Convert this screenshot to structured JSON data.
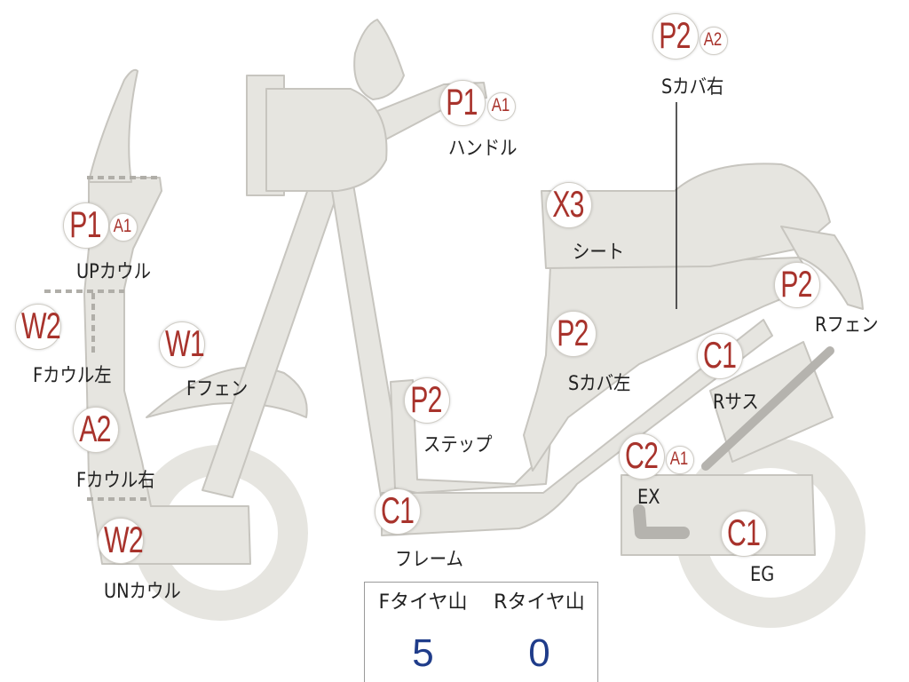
{
  "parts": [
    {
      "id": "up-cowl",
      "grade": "P1",
      "sub": "A1",
      "label": "UPカウル"
    },
    {
      "id": "f-cowl-left",
      "grade": "W2",
      "sub": "",
      "label": "Fカウル左"
    },
    {
      "id": "f-cowl-right",
      "grade": "A2",
      "sub": "",
      "label": "Fカウル右"
    },
    {
      "id": "un-cowl",
      "grade": "W2",
      "sub": "",
      "label": "UNカウル"
    },
    {
      "id": "f-fender",
      "grade": "W1",
      "sub": "",
      "label": "Fフェン"
    },
    {
      "id": "handle",
      "grade": "P1",
      "sub": "A1",
      "label": "ハンドル"
    },
    {
      "id": "seat",
      "grade": "X3",
      "sub": "",
      "label": "シート"
    },
    {
      "id": "s-cover-right",
      "grade": "P2",
      "sub": "A2",
      "label": "Sカバ右"
    },
    {
      "id": "s-cover-left",
      "grade": "P2",
      "sub": "",
      "label": "Sカバ左"
    },
    {
      "id": "step",
      "grade": "P2",
      "sub": "",
      "label": "ステップ"
    },
    {
      "id": "frame",
      "grade": "C1",
      "sub": "",
      "label": "フレーム"
    },
    {
      "id": "r-fender",
      "grade": "P2",
      "sub": "",
      "label": "Rフェン"
    },
    {
      "id": "r-sus",
      "grade": "C1",
      "sub": "",
      "label": "Rサス"
    },
    {
      "id": "ex",
      "grade": "C2",
      "sub": "A1",
      "label": "EX"
    },
    {
      "id": "eg",
      "grade": "C1",
      "sub": "",
      "label": "EG"
    }
  ],
  "tire_table": {
    "headers": [
      "Fタイヤ山",
      "Rタイヤ山"
    ],
    "values": [
      "5",
      "0"
    ]
  },
  "colors": {
    "part_fill": "#e6e5e0",
    "part_stroke": "#c7c5bf",
    "grade_text": "#a8332c",
    "value_text": "#1f3c8a"
  }
}
